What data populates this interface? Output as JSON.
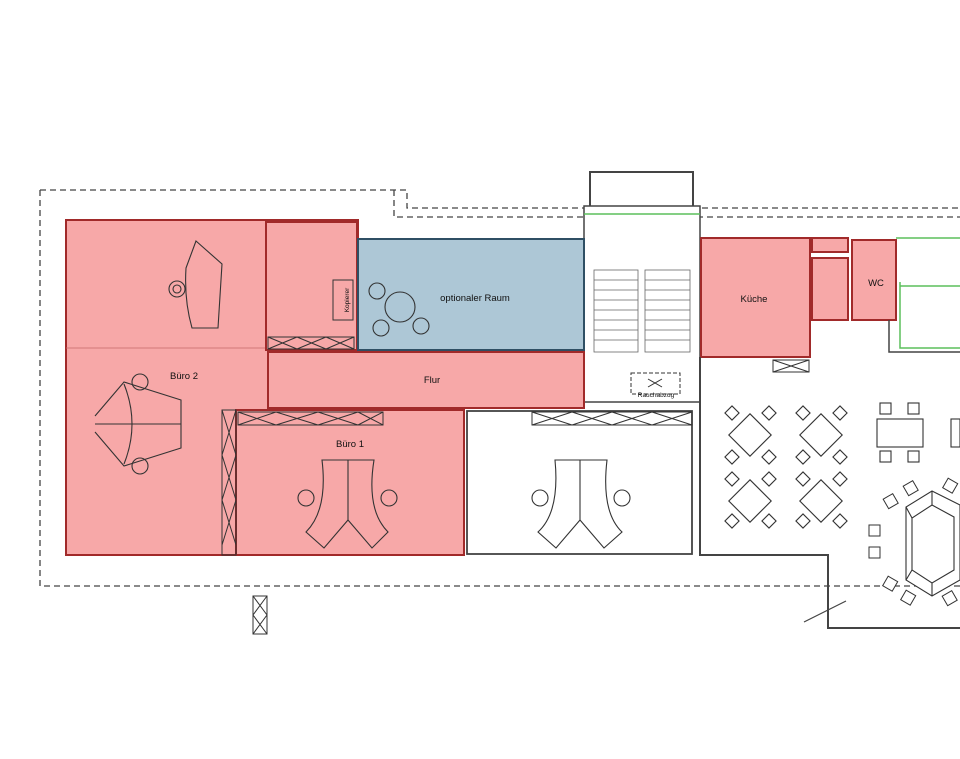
{
  "colors": {
    "rented": "#f7a8a8",
    "optional": "#adc7d6",
    "room_outline": "#a12a2a",
    "optional_outline": "#2f4f64",
    "green_wall": "#5bbf5b"
  },
  "rooms": {
    "buero2": "Büro 2",
    "buero1": "Büro 1",
    "flur": "Flur",
    "optionaler_raum": "optionaler Raum",
    "kueche": "Küche",
    "wc": "WC",
    "kopierer": "Kopierer"
  },
  "stair": {
    "label": "Rauchabzug"
  }
}
